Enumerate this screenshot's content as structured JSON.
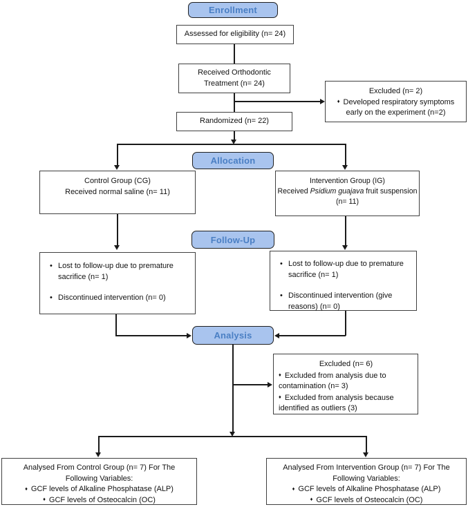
{
  "diagram": {
    "stages": {
      "enrollment": {
        "label": "Enrollment"
      },
      "allocation": {
        "label": "Allocation"
      },
      "followup": {
        "label": "Follow-Up"
      },
      "analysis": {
        "label": "Analysis"
      }
    },
    "boxes": {
      "assessed": {
        "text": "Assessed for eligibility (n= 24)"
      },
      "received": {
        "line1": "Received Orthodontic",
        "line2": "Treatment (n= 24)"
      },
      "excluded_enrollment": {
        "title": "Excluded (n= 2)",
        "bullets": [
          "Developed respiratory symptoms early on the experiment (n=2)"
        ]
      },
      "randomized": {
        "text": "Randomized (n= 22)"
      },
      "control": {
        "line1": "Control Group (CG)",
        "line2": "Received normal saline (n= 11)"
      },
      "intervention": {
        "line1": "Intervention Group (IG)",
        "line2_pre": "Received ",
        "line2_italic": "Psidium guajava",
        "line2_post": " fruit suspension",
        "line3": "(n= 11)"
      },
      "followup_left": {
        "bullets": [
          "Lost to follow-up due to premature sacrifice (n= 1)",
          "Discontinued intervention (n= 0)"
        ]
      },
      "followup_right": {
        "bullets": [
          "Lost to follow-up due to premature sacrifice (n= 1)",
          "Discontinued intervention (give reasons) (n= 0)"
        ]
      },
      "excluded_analysis": {
        "title": "Excluded (n= 6)",
        "bullets": [
          "Excluded from analysis due to contamination (n= 3)",
          "Excluded from analysis because identified as outliers (3)"
        ]
      },
      "analysed_control": {
        "title": "Analysed From Control Group (n= 7) For The Following Variables:",
        "bullets": [
          "GCF levels of Alkaline Phosphatase (ALP)",
          "GCF levels of Osteocalcin (OC)"
        ]
      },
      "analysed_intervention": {
        "title": "Analysed From Intervention Group (n= 7) For The Following Variables:",
        "bullets": [
          "GCF levels of Alkaline Phosphatase (ALP)",
          "GCF levels of Osteocalcin (OC)"
        ]
      }
    },
    "colors": {
      "stage_fill": "#a9c4ee",
      "stage_text": "#4a7fc4",
      "box_border": "#3f3f3f",
      "connector": "#1a1a1a"
    }
  }
}
